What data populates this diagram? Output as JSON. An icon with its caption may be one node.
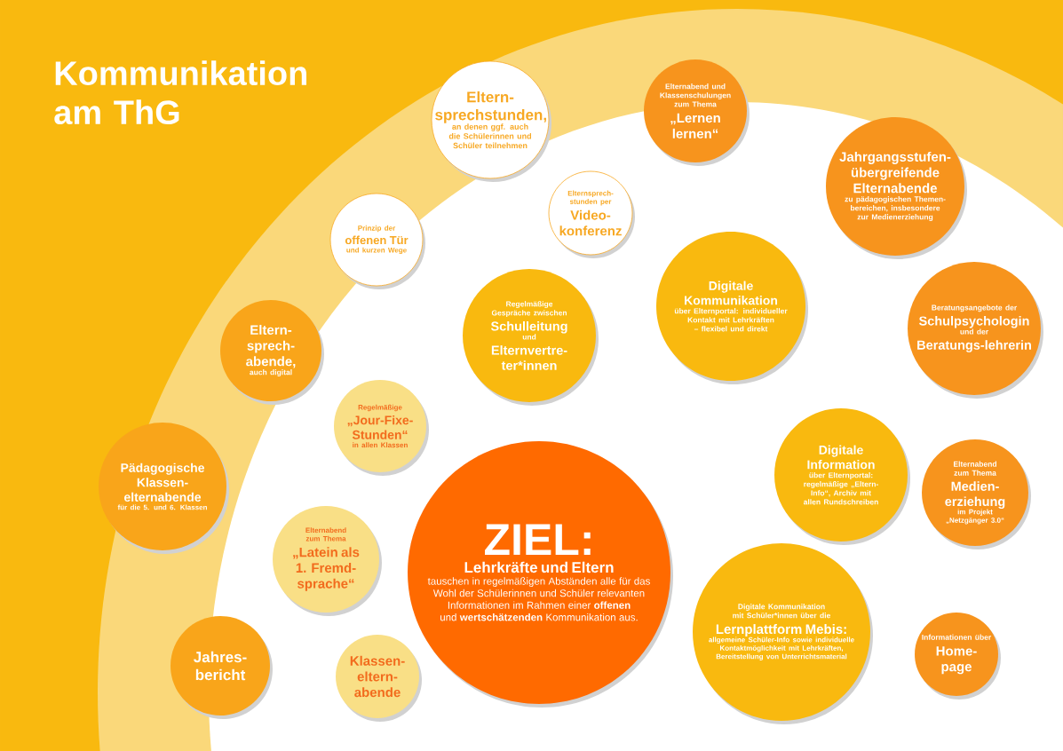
{
  "diagram": {
    "title": "Kommunikation am ThG",
    "nodes": [
      {
        "text": [
          "Eltern-sprechstunden,",
          "an denen ggf. auch die Schülerinnen und Schüler teilnehmen"
        ]
      },
      {
        "text": [
          "Elternabend und Klassenschulungen zum Thema",
          "„Lernen lernen“"
        ]
      },
      {
        "text": [
          "Jahrgangsstufen-übergreifende Elternabende",
          "zu pädagogischen Themen-bereichen, insbesondere zur Medienerziehung"
        ]
      },
      {
        "text": [
          "Prinzip der",
          "offenen Tür",
          "und kurzen Wege"
        ]
      },
      {
        "text": [
          "Elternsprech-stunden per",
          "Video-konferenz"
        ]
      },
      {
        "text": [
          "Digitale Kommunikation",
          "über Elternportal: individueller Kontakt mit Lehrkräften – flexibel und direkt"
        ]
      },
      {
        "text": [
          "Beratungsangebote der",
          "Schulpsychologin",
          "und der",
          "Beratungs-lehrerin"
        ]
      },
      {
        "text": [
          "Eltern-sprech-abende,",
          "auch digital"
        ]
      },
      {
        "text": [
          "Regelmäßige Gespräche zwischen",
          "Schulleitung",
          "und",
          "Elternvertre-ter*innen"
        ]
      },
      {
        "text": [
          "Regelmäßige",
          "„Jour-Fixe-Stunden“",
          "in allen Klassen"
        ]
      },
      {
        "text": [
          "Digitale Information",
          "über Elternportal: regelmäßige „Eltern-Info“, Archiv mit allen Rundschreiben"
        ]
      },
      {
        "text": [
          "Elternabend zum Thema",
          "Medien-erziehung",
          "im Projekt „Netzgänger 3.0“"
        ]
      },
      {
        "text": [
          "Pädagogische Klassen-elternabende",
          "für die 5. und 6. Klassen"
        ]
      },
      {
        "text": [
          "Elternabend zum Thema",
          "„Latein als 1. Fremd-sprache“"
        ]
      },
      {
        "text": [
          "ZIEL:",
          "Lehrkräfte und Eltern",
          "tauschen in regelmäßigen Abständen alle für das Wohl der Schülerinnen und Schüler relevanten Informationen im Rahmen einer **offenen** und **wertschätzenden** Kommunikation aus."
        ]
      },
      {
        "text": [
          "Digitale Kommunikation mit Schüler*innen über die",
          "Lernplattform Mebis:",
          "allgemeine Schüler-Info sowie individuelle Kontaktmöglichkeit mit Lehrkräften, Bereitstellung von Unterrichtsmaterial"
        ]
      },
      {
        "text": [
          "Jahres-bericht"
        ]
      },
      {
        "text": [
          "Klassen-eltern-abende"
        ]
      },
      {
        "text": [
          "Informationen über",
          "Home-page"
        ]
      }
    ]
  }
}
